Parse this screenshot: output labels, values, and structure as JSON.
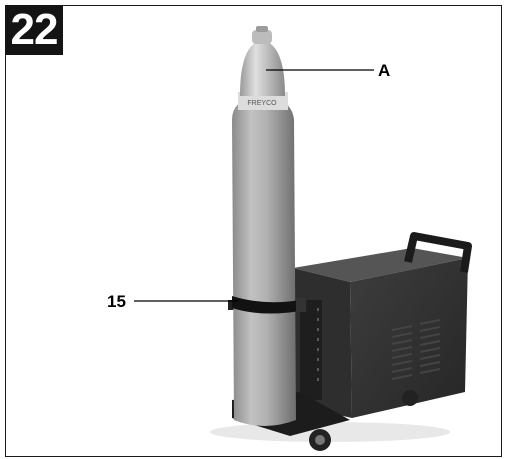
{
  "figure": {
    "number": "22",
    "callouts": [
      {
        "label": "A"
      },
      {
        "label": "15"
      }
    ],
    "cylinder_brand": "FREYCO"
  }
}
